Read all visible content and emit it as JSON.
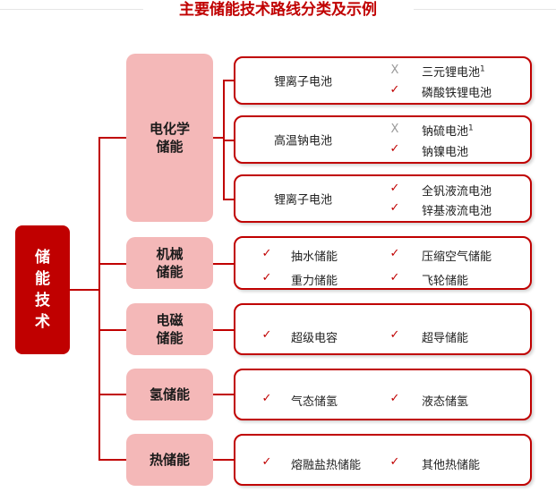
{
  "title": "主要储能技术路线分类及示例",
  "root": {
    "chars": [
      "储",
      "能",
      "技",
      "术"
    ]
  },
  "categories": [
    {
      "id": "electrochem",
      "lines": [
        "电化学",
        "储能"
      ]
    },
    {
      "id": "mechanical",
      "lines": [
        "机械",
        "储能"
      ]
    },
    {
      "id": "electromagnetic",
      "lines": [
        "电磁",
        "储能"
      ]
    },
    {
      "id": "hydrogen",
      "lines": [
        "氢储能"
      ]
    },
    {
      "id": "thermal",
      "lines": [
        "热储能"
      ]
    }
  ],
  "boxes": [
    {
      "label": "锂离子电池",
      "items": [
        {
          "mark": "X",
          "text": "三元锂电池",
          "note": "1"
        },
        {
          "mark": "✓",
          "text": "磷酸铁锂电池"
        }
      ]
    },
    {
      "label": "高温钠电池",
      "items": [
        {
          "mark": "X",
          "text": "钠硫电池",
          "note": "1"
        },
        {
          "mark": "✓",
          "text": "钠镍电池"
        }
      ]
    },
    {
      "label": "锂离子电池",
      "items": [
        {
          "mark": "✓",
          "text": "全钒液流电池"
        },
        {
          "mark": "✓",
          "text": "锌基液流电池"
        }
      ]
    },
    {
      "items": [
        {
          "mark": "✓",
          "text": "抽水储能"
        },
        {
          "mark": "✓",
          "text": "压缩空气储能"
        },
        {
          "mark": "✓",
          "text": "重力储能"
        },
        {
          "mark": "✓",
          "text": "飞轮储能"
        }
      ]
    },
    {
      "items": [
        {
          "mark": "✓",
          "text": "超级电容"
        },
        {
          "mark": "✓",
          "text": "超导储能"
        }
      ]
    },
    {
      "items": [
        {
          "mark": "✓",
          "text": "气态储氢"
        },
        {
          "mark": "✓",
          "text": "液态储氢"
        }
      ]
    },
    {
      "items": [
        {
          "mark": "✓",
          "text": "熔融盐热储能"
        },
        {
          "mark": "✓",
          "text": "其他热储能"
        }
      ]
    }
  ],
  "colors": {
    "accent": "#c00000",
    "category_fill": "#f4b8b8",
    "cross": "#9a9a9a"
  }
}
